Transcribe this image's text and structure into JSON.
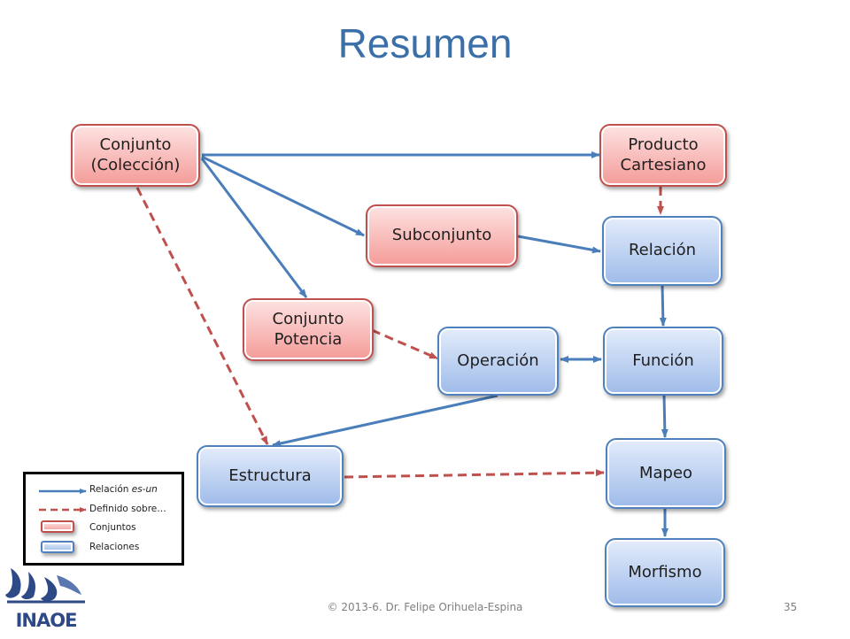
{
  "title": "Resumen",
  "nodes": {
    "conjunto": {
      "line1": "Conjunto",
      "line2": "(Colección)"
    },
    "producto": {
      "line1": "Producto",
      "line2": "Cartesiano"
    },
    "subconjunto": "Subconjunto",
    "relacion": "Relación",
    "potencia": {
      "line1": "Conjunto",
      "line2": "Potencia"
    },
    "operacion": "Operación",
    "funcion": "Función",
    "estructura": "Estructura",
    "mapeo": "Mapeo",
    "morfismo": "Morfismo"
  },
  "legend": {
    "es_un": "Relación es-un",
    "definido": "Definido sobre…",
    "conjuntos": "Conjuntos",
    "relaciones": "Relaciones"
  },
  "colors": {
    "title": "#3b6fa8",
    "es_un_arrow": "#4a7ebb",
    "definido_arrow": "#c0504d",
    "conjuntos_fill": "#f49b98",
    "relaciones_fill": "#9ebbe9"
  },
  "footer": "© 2013-6. Dr. Felipe Orihuela-Espina",
  "slide_number": "35",
  "logo_text": "INAOE"
}
